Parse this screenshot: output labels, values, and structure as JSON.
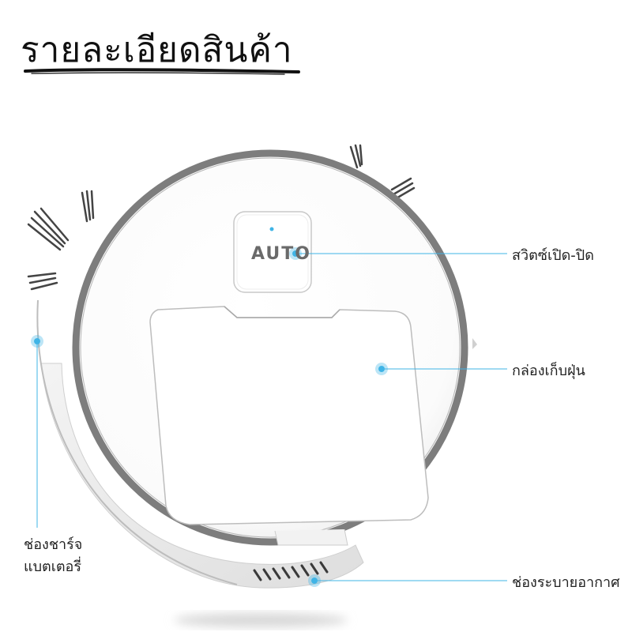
{
  "title": "รายละเอียดสินค้า",
  "product": {
    "button_text": "AUTO"
  },
  "callouts": {
    "power_switch": "สวิตซ์เปิด-ปิด",
    "dust_box": "กล่องเก็บฝุ่น",
    "charging_port_line1": "ช่องชาร์จ",
    "charging_port_line2": "แบตเตอรี่",
    "air_vent": "ช่องระบายอากาศ"
  },
  "colors": {
    "accent": "#3fb4e6",
    "rim": "#7d7d7d",
    "body": "#ffffff"
  }
}
